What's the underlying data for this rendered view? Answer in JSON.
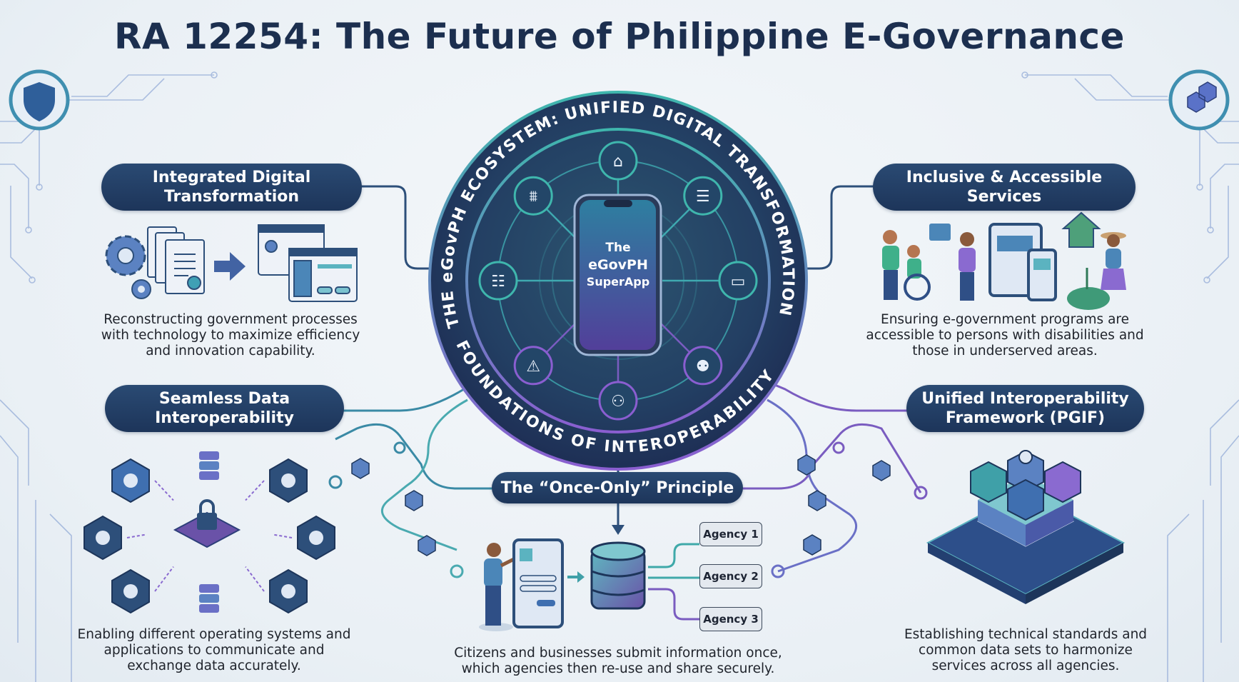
{
  "title": "RA 12254: The Future of Philippine E-Governance",
  "hub": {
    "ring_top": "THE eGovPH ECOSYSTEM: UNIFIED DIGITAL TRANSFORMATION",
    "ring_bottom": "FOUNDATIONS OF INTEROPERABILITY",
    "phone_lines": [
      "The",
      "eGovPH",
      "SuperApp"
    ],
    "node_icons": [
      "government-building-icon",
      "document-touch-icon",
      "monitor-icon",
      "assistance-icon",
      "users-icon",
      "emergency-icon",
      "form-document-icon",
      "bank-icon"
    ]
  },
  "sections": {
    "integrated": {
      "title_lines": [
        "Integrated Digital",
        "Transformation"
      ],
      "desc_lines": [
        "Reconstructing government processes",
        "with technology to maximize efficiency",
        "and innovation capability."
      ]
    },
    "inclusive": {
      "title_lines": [
        "Inclusive & Accessible",
        "Services"
      ],
      "desc_lines": [
        "Ensuring e-government programs are",
        "accessible to persons with disabilities and",
        "those in underserved areas."
      ]
    },
    "seamless": {
      "title_lines": [
        "Seamless Data",
        "Interoperability"
      ],
      "desc_lines": [
        "Enabling different operating systems and",
        "applications to communicate and",
        "exchange data accurately."
      ]
    },
    "pgif": {
      "title_lines": [
        "Unified Interoperability",
        "Framework (PGIF)"
      ],
      "desc_lines": [
        "Establishing technical standards and",
        "common data sets to harmonize",
        "services across all agencies."
      ]
    },
    "once_only": {
      "title": "The “Once-Only” Principle",
      "desc_lines": [
        "Citizens and businesses submit information once,",
        "which agencies then re-use and share securely."
      ],
      "agencies": [
        "Agency 1",
        "Agency 2",
        "Agency 3"
      ]
    }
  },
  "colors": {
    "navy": "#1d355a",
    "teal": "#3fa9a9",
    "purple": "#7a5cc0",
    "title": "#1c2f4f",
    "background": "#eef3f7"
  },
  "corner_icons": {
    "left": "shield-icon",
    "right": "cubes-icon"
  }
}
